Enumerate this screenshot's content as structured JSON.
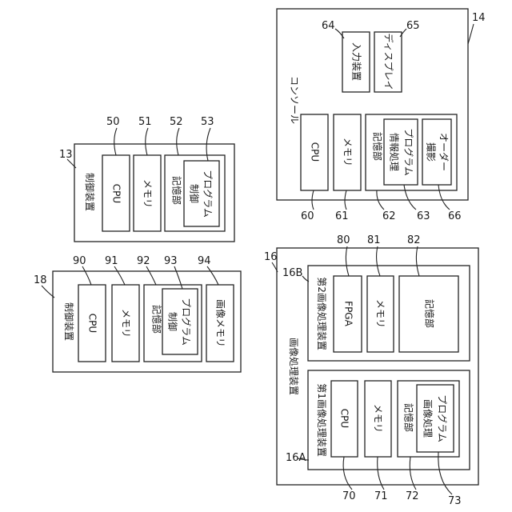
{
  "blocks": {
    "control_13": {
      "ref": "13",
      "title": "制御装置",
      "cpu": {
        "ref": "50",
        "label": "CPU"
      },
      "memory": {
        "ref": "51",
        "label": "メモリ"
      },
      "storage": {
        "ref": "52",
        "label": "記憶部"
      },
      "program": {
        "ref": "53",
        "line1": "制御",
        "line2": "プログラム"
      }
    },
    "control_18": {
      "ref": "18",
      "title": "制御装置",
      "cpu": {
        "ref": "90",
        "label": "CPU"
      },
      "memory": {
        "ref": "91",
        "label": "メモリ"
      },
      "storage": {
        "ref": "92",
        "label": "記憶部"
      },
      "program": {
        "ref": "93",
        "line1": "制御",
        "line2": "プログラム"
      },
      "image_memory": {
        "ref": "94",
        "label": "画像メモリ"
      }
    },
    "console_14": {
      "ref": "14",
      "title": "コンソール",
      "input": {
        "ref": "64",
        "label": "入力装置"
      },
      "display": {
        "ref": "65",
        "label": "ディスプレイ"
      },
      "cpu": {
        "ref": "60",
        "label": "CPU"
      },
      "memory": {
        "ref": "61",
        "label": "メモリ"
      },
      "storage": {
        "ref": "62",
        "label": "記憶部"
      },
      "program": {
        "ref": "63",
        "line1": "情報処理",
        "line2": "プログラム"
      },
      "order": {
        "ref": "66",
        "line1": "撮影",
        "line2": "オーダー"
      }
    },
    "image_processing_16": {
      "ref": "16",
      "title": "画像処理装置",
      "first": {
        "ref": "16A",
        "title": "第1画像処理装置",
        "cpu": {
          "ref": "70",
          "label": "CPU"
        },
        "memory": {
          "ref": "71",
          "label": "メモリ"
        },
        "storage": {
          "ref": "72",
          "label": "記憶部"
        },
        "program": {
          "ref": "73",
          "line1": "画像処理",
          "line2": "プログラム"
        }
      },
      "second": {
        "ref": "16B",
        "title": "第2画像処理装置",
        "fpga": {
          "ref": "80",
          "label": "FPGA"
        },
        "memory": {
          "ref": "81",
          "label": "メモリ"
        },
        "storage": {
          "ref": "82",
          "label": "記憶部"
        }
      }
    }
  }
}
